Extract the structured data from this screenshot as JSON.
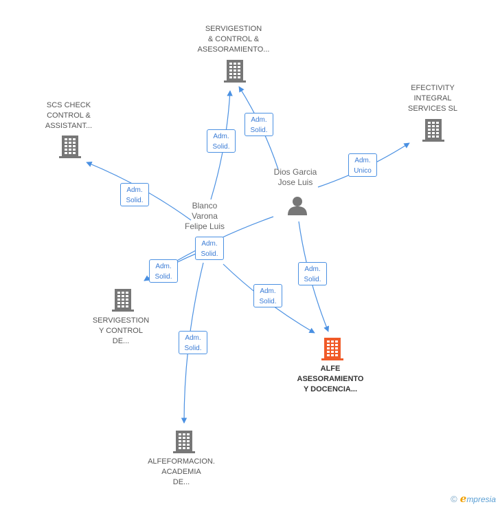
{
  "colors": {
    "edge": "#4a90e2",
    "building": "#777777",
    "focus_building": "#f05a28",
    "person": "#777777"
  },
  "companies": [
    {
      "id": "servigestion_top",
      "lines": [
        "SERVIGESTION",
        "& CONTROL &",
        "ASESORAMIENTO..."
      ],
      "icon": "building-icon",
      "focus": false
    },
    {
      "id": "scs_check",
      "lines": [
        "SCS CHECK",
        "CONTROL &",
        "ASSISTANT..."
      ],
      "icon": "building-icon",
      "focus": false
    },
    {
      "id": "efectivity",
      "lines": [
        "EFECTIVITY",
        "INTEGRAL",
        "SERVICES  SL"
      ],
      "icon": "building-icon",
      "focus": false
    },
    {
      "id": "servigestion_left",
      "lines": [
        "SERVIGESTION",
        "Y CONTROL",
        "DE..."
      ],
      "icon": "building-icon",
      "focus": false
    },
    {
      "id": "alfe",
      "lines": [
        "ALFE",
        "ASESORAMIENTO",
        "Y DOCENCIA..."
      ],
      "icon": "building-icon",
      "focus": true
    },
    {
      "id": "alfeformacion",
      "lines": [
        "ALFEFORMACION.",
        "ACADEMIA",
        "DE..."
      ],
      "icon": "building-icon",
      "focus": false
    }
  ],
  "persons": [
    {
      "id": "dios_garcia",
      "lines": [
        "Dios Garcia",
        "Jose Luis"
      ],
      "icon": "person-icon"
    },
    {
      "id": "blanco_varona",
      "lines": [
        "Blanco",
        "Varona",
        "Felipe Luis"
      ],
      "icon": "person-icon"
    }
  ],
  "edges": [
    {
      "id": "e1",
      "from": "blanco_varona",
      "to": "servigestion_top",
      "label": [
        "Adm.",
        "Solid."
      ]
    },
    {
      "id": "e2",
      "from": "dios_garcia",
      "to": "servigestion_top",
      "label": [
        "Adm.",
        "Solid."
      ]
    },
    {
      "id": "e3",
      "from": "blanco_varona",
      "to": "scs_check",
      "label": [
        "Adm.",
        "Solid."
      ]
    },
    {
      "id": "e4",
      "from": "dios_garcia",
      "to": "efectivity",
      "label": [
        "Adm.",
        "Unico"
      ]
    },
    {
      "id": "e5",
      "from": "dios_garcia",
      "to": "servigestion_left",
      "label": [
        "Adm.",
        "Solid."
      ]
    },
    {
      "id": "e6",
      "from": "blanco_varona",
      "to": "servigestion_left",
      "label": [
        "Adm.",
        "Solid."
      ]
    },
    {
      "id": "e7",
      "from": "blanco_varona",
      "to": "alfe",
      "label": [
        "Adm.",
        "Solid."
      ]
    },
    {
      "id": "e8",
      "from": "dios_garcia",
      "to": "alfe",
      "label": [
        "Adm.",
        "Solid."
      ]
    },
    {
      "id": "e9",
      "from": "blanco_varona",
      "to": "alfeformacion",
      "label": [
        "Adm.",
        "Solid."
      ]
    }
  ],
  "footer": {
    "copyright": "©",
    "brand_initial": "e",
    "brand_rest": "mpresia"
  }
}
